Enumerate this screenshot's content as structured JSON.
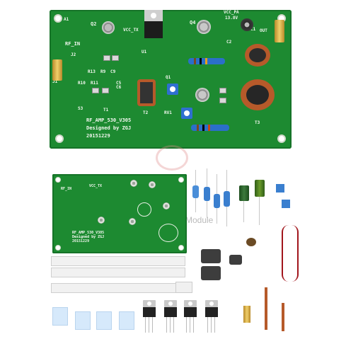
{
  "top_board": {
    "labels": {
      "rf_in": "RF_IN",
      "q1": "Q1",
      "q2": "Q2",
      "q4": "Q4",
      "vcc_tx": "VCC_TX",
      "vcc_pa": "VCC_PA",
      "vcc_pa_v": "13.8V",
      "a1": "A1",
      "j1": "J1",
      "j2": "J2",
      "c1": "C1",
      "c2": "C2",
      "c9": "C9",
      "c5": "C5",
      "c6": "C6",
      "r13": "R13",
      "r9": "R9",
      "r10": "R10",
      "r11": "R11",
      "t1": "T1",
      "t2": "T2",
      "t3": "T3",
      "u1": "U1",
      "rv1": "RV1",
      "s3": "S3",
      "out": "OUT",
      "title": "RF_AMP_530_V305",
      "designer": "Designed by ZGJ",
      "date": "20151229"
    }
  },
  "bottom_board": {
    "labels": {
      "rf_in": "RF_IN",
      "vcc_tx": "VCC_TX",
      "title": "RF_AMP_530_V305",
      "designer": "Designed by ZGJ",
      "date": "20151229"
    }
  },
  "watermark": {
    "text": "Module"
  },
  "colors": {
    "pcb_green": "#1d8a31",
    "pcb_dark": "#167328",
    "silk": "#f2f7ef",
    "resistor_blue": "#2b6fc9",
    "copper": "#b65a2a"
  }
}
